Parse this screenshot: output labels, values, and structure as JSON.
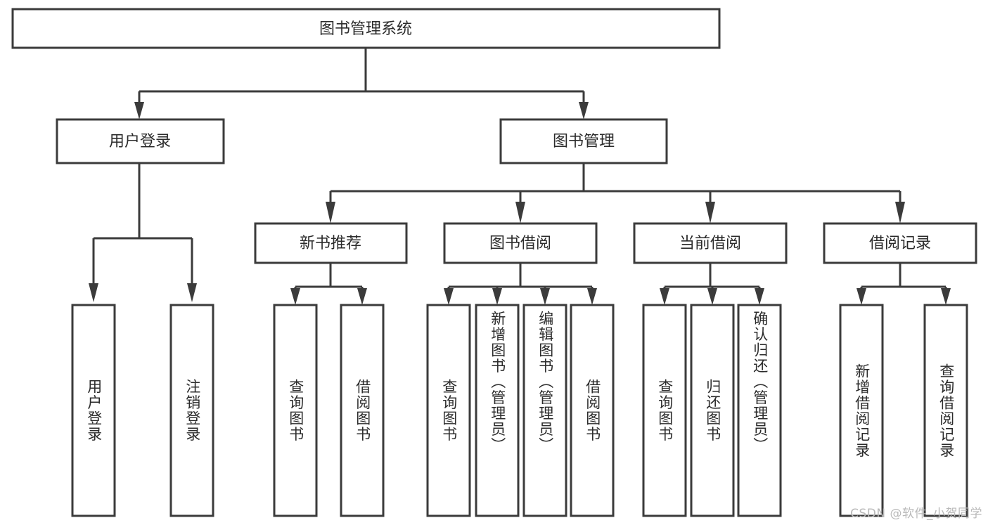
{
  "diagram": {
    "type": "tree-hierarchy-chart",
    "title": "图书管理系统",
    "colors": {
      "background": "#ffffff",
      "stroke": "#3b3b3b",
      "box_fill": "#ffffff",
      "text": "#2b2b2b",
      "watermark": "#b9b9b9"
    },
    "levels": {
      "root": {
        "label": "图书管理系统"
      },
      "level2": [
        {
          "label": "用户登录"
        },
        {
          "label": "图书管理"
        }
      ],
      "level3": [
        {
          "label": "新书推荐"
        },
        {
          "label": "图书借阅"
        },
        {
          "label": "当前借阅"
        },
        {
          "label": "借阅记录"
        }
      ],
      "leaves": {
        "user_login": [
          {
            "label": "用户登录"
          },
          {
            "label": "注销登录"
          }
        ],
        "new_book_recommend": [
          {
            "label": "查询图书"
          },
          {
            "label": "借阅图书"
          }
        ],
        "book_borrow": [
          {
            "label": "查询图书"
          },
          {
            "label": "新增图书（管理员）"
          },
          {
            "label": "编辑图书（管理员）"
          },
          {
            "label": "借阅图书"
          }
        ],
        "current_borrow": [
          {
            "label": "查询图书"
          },
          {
            "label": "归还图书"
          },
          {
            "label": "确认归还（管理员）"
          }
        ],
        "borrow_record": [
          {
            "label": "新增借阅记录"
          },
          {
            "label": "查询借阅记录"
          }
        ]
      }
    }
  },
  "watermark": {
    "text": "CSDN @软件_小贺同学"
  }
}
